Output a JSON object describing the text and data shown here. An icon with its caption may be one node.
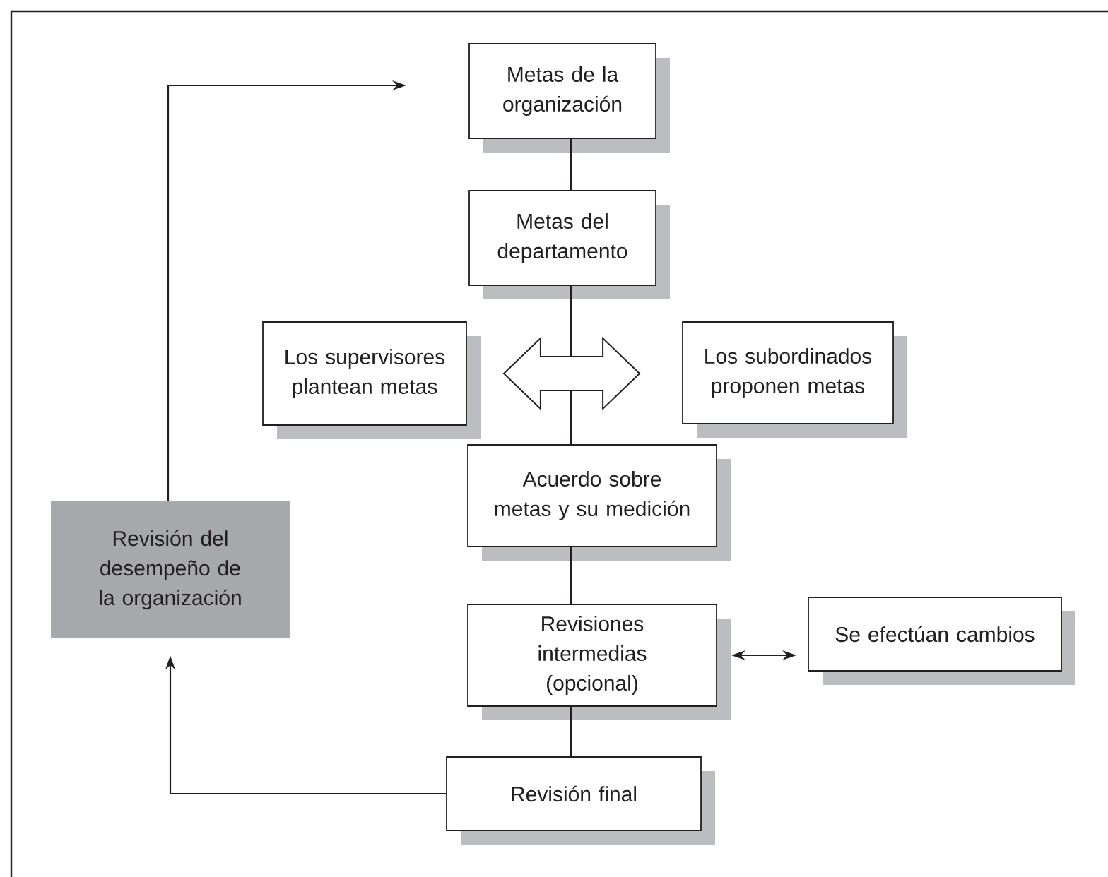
{
  "diagram": {
    "nodes": [
      {
        "text": [
          "Metas de la organización"
        ]
      },
      {
        "text": [
          "Metas del departamento"
        ]
      },
      {
        "text": [
          "Los supervisores plantean metas"
        ]
      },
      {
        "text": [
          "Los subordinados proponen metas"
        ]
      },
      {
        "text": [
          "Acuerdo sobre metas y su medición"
        ]
      },
      {
        "text": [
          "Revisiones intermedias (opcional)"
        ]
      },
      {
        "text": [
          "Se efectúan cambios"
        ]
      },
      {
        "text": [
          "Revisión final"
        ]
      },
      {
        "text": [
          "Revisión del desempeño de la organización"
        ]
      }
    ],
    "edges": [
      {
        "from": 0,
        "to": 1,
        "arrow": "none"
      },
      {
        "from": 1,
        "to": 4,
        "arrow": "none"
      },
      {
        "from": 2,
        "to": 3,
        "arrow": "both",
        "style": "thick"
      },
      {
        "from": 4,
        "to": 5,
        "arrow": "none"
      },
      {
        "from": 5,
        "to": 6,
        "arrow": "both"
      },
      {
        "from": 5,
        "to": 7,
        "arrow": "none"
      },
      {
        "from": 7,
        "to": 8,
        "arrow": "to"
      },
      {
        "from": 8,
        "to": 0,
        "arrow": "to"
      }
    ]
  }
}
